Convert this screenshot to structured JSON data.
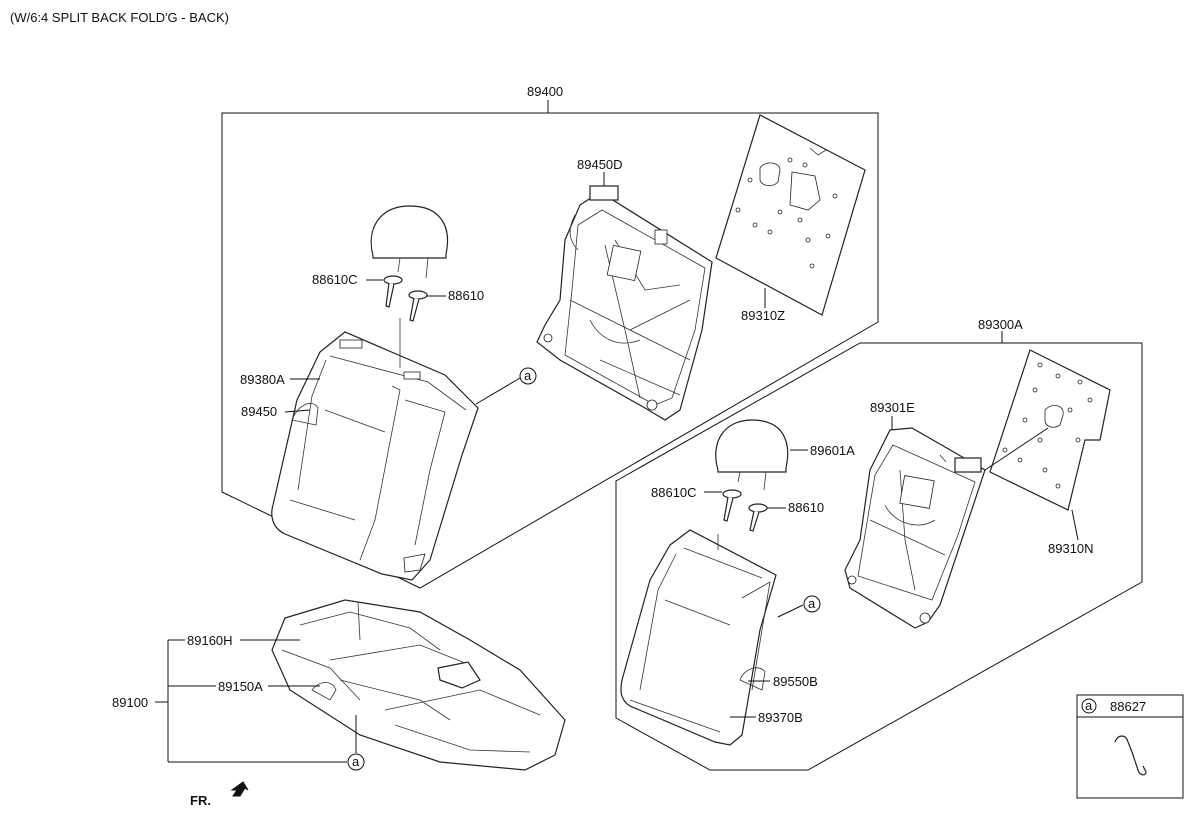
{
  "title": "(W/6:4 SPLIT BACK FOLD'G - BACK)",
  "labels": {
    "assy_left": "89400",
    "assy_right": "89300A",
    "frame_left": "89450D",
    "board_left": "89310Z",
    "headrest_guide_c_left": "88610C",
    "headrest_guide_left": "88610",
    "cover_left": "89380A",
    "pad_left": "89450",
    "frame_right": "89301E",
    "headrest_right": "89601A",
    "headrest_guide_c_right": "88610C",
    "headrest_guide_right": "88610",
    "board_right": "89310N",
    "pad_right": "89550B",
    "cover_right": "89370B",
    "cushion_assy": "89100",
    "cushion_cover": "89160H",
    "cushion_pad": "89150A"
  },
  "ref_marker": "a",
  "legend": {
    "marker": "a",
    "part_no": "88627"
  },
  "direction": "FR."
}
